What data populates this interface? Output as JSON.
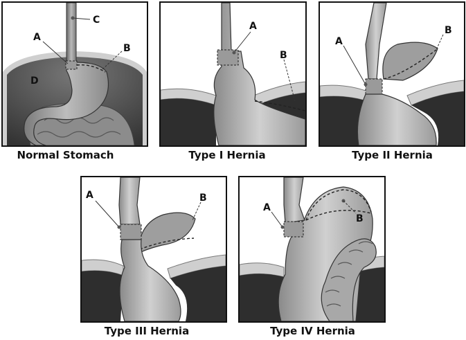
{
  "figure": {
    "panels": [
      {
        "caption": "Normal Stomach",
        "labels": {
          "a": "A",
          "b": "B",
          "c": "C",
          "d": "D"
        }
      },
      {
        "caption": "Type I Hernia",
        "labels": {
          "a": "A",
          "b": "B"
        }
      },
      {
        "caption": "Type II Hernia",
        "labels": {
          "a": "A",
          "b": "B"
        }
      },
      {
        "caption": "Type III Hernia",
        "labels": {
          "a": "A",
          "b": "B"
        }
      },
      {
        "caption": "Type IV Hernia",
        "labels": {
          "a": "A",
          "b": "B"
        }
      }
    ]
  }
}
